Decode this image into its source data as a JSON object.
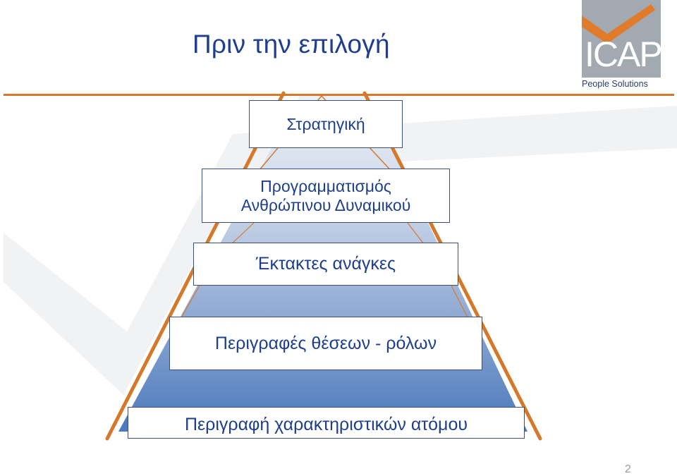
{
  "slide": {
    "title": "Πριν την επιλογή",
    "page_number": "2"
  },
  "logo": {
    "name": "ICAP",
    "tagline": "People Solutions",
    "colors": {
      "box": "#a3a9b1",
      "swoosh": "#e07b2b",
      "text": "#ffffff"
    }
  },
  "pyramid": {
    "levels": [
      {
        "lines": [
          "Στρατηγική"
        ]
      },
      {
        "lines": [
          "Προγραμματισμός",
          "Ανθρώπινου Δυναμικού"
        ]
      },
      {
        "lines": [
          "Έκτακτες ανάγκες"
        ]
      },
      {
        "lines": [
          "Περιγραφές θέσεων - ρόλων"
        ]
      },
      {
        "lines": [
          "Περιγραφή χαρακτηριστικών ατόμου"
        ]
      }
    ]
  },
  "colors": {
    "title": "#1f3e8f",
    "accent_orange": "#d5782a",
    "pyramid_top": "#e6ecf5",
    "pyramid_bottom": "#4f7bbd",
    "box_border": "#3b4f7d",
    "box_text": "#1d3f8c"
  }
}
